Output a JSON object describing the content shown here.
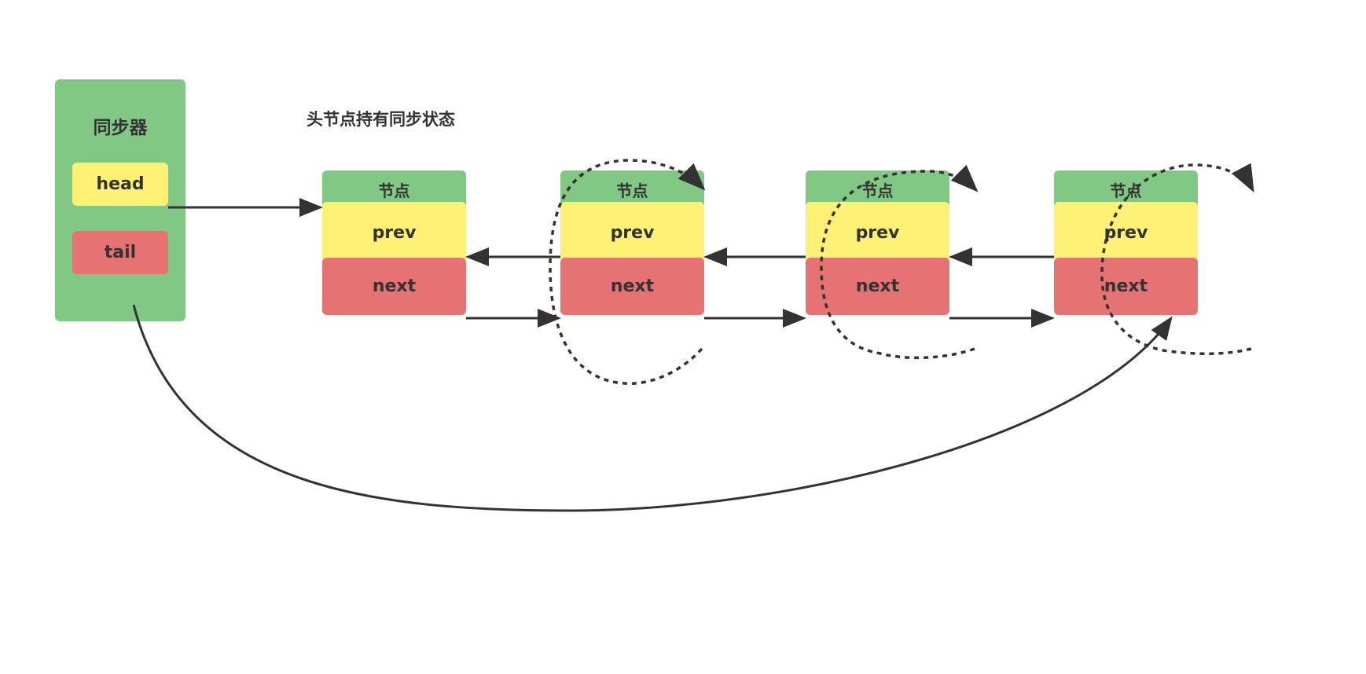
{
  "colors": {
    "green": "#80c884",
    "yellow": "#fff176",
    "red": "#e57373",
    "stroke": "#333333",
    "text": "#333333"
  },
  "synchronizer": {
    "title": "同步器",
    "head_label": "head",
    "tail_label": "tail"
  },
  "caption": "头节点持有同步状态",
  "nodes": [
    {
      "title": "节点",
      "prev": "prev",
      "next": "next"
    },
    {
      "title": "节点",
      "prev": "prev",
      "next": "next"
    },
    {
      "title": "节点",
      "prev": "prev",
      "next": "next"
    },
    {
      "title": "节点",
      "prev": "prev",
      "next": "next"
    }
  ],
  "edges": [
    {
      "from": "synchronizer.head",
      "to": "nodes.0",
      "style": "solid"
    },
    {
      "from": "synchronizer.tail",
      "to": "nodes.3.next",
      "style": "solid-curve"
    },
    {
      "from": "nodes.0.next",
      "to": "nodes.1",
      "style": "solid"
    },
    {
      "from": "nodes.1.next",
      "to": "nodes.2",
      "style": "solid"
    },
    {
      "from": "nodes.2.next",
      "to": "nodes.3",
      "style": "solid"
    },
    {
      "from": "nodes.1.prev",
      "to": "nodes.0",
      "style": "solid"
    },
    {
      "from": "nodes.2.prev",
      "to": "nodes.1",
      "style": "solid"
    },
    {
      "from": "nodes.3.prev",
      "to": "nodes.2",
      "style": "solid"
    },
    {
      "from": "nodes.1",
      "to": "nodes.1",
      "style": "dotted-loop"
    },
    {
      "from": "nodes.2",
      "to": "nodes.2",
      "style": "dotted-loop"
    },
    {
      "from": "nodes.3",
      "to": "nodes.3",
      "style": "dotted-loop"
    }
  ]
}
